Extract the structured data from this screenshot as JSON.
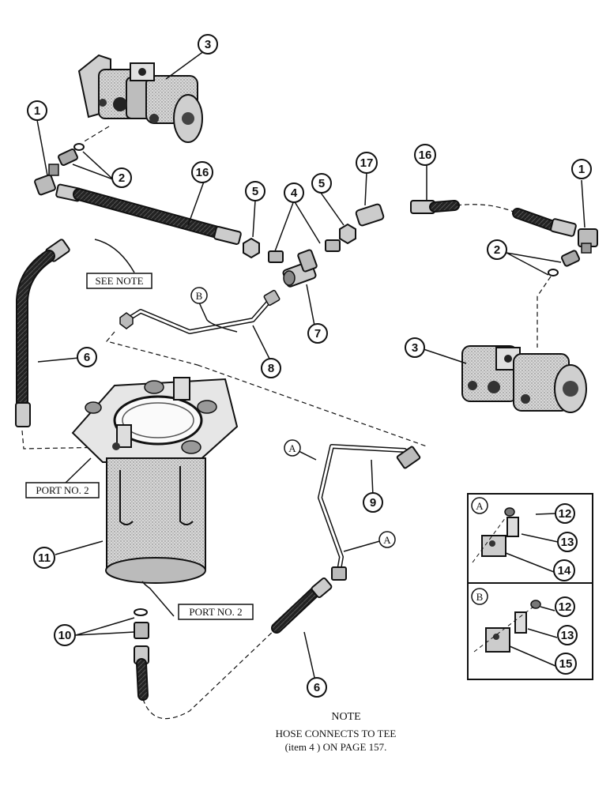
{
  "callouts": {
    "c1a": "1",
    "c1b": "1",
    "c2a": "2",
    "c2b": "2",
    "c3a": "3",
    "c3b": "3",
    "c4": "4",
    "c5a": "5",
    "c5b": "5",
    "c6a": "6",
    "c6b": "6",
    "c7": "7",
    "c8": "8",
    "c9": "9",
    "c10": "10",
    "c11": "11",
    "c12a": "12",
    "c12b": "12",
    "c13a": "13",
    "c13b": "13",
    "c14": "14",
    "c15": "15",
    "c16a": "16",
    "c16b": "16",
    "c17": "17",
    "refA1": "A",
    "refA2": "A",
    "refA3": "A",
    "refB1": "B",
    "refB2": "B"
  },
  "labels": {
    "see_note": "SEE NOTE",
    "port_no2_top": "PORT NO. 2",
    "port_no2_bottom": "PORT NO. 2"
  },
  "note": {
    "title": "NOTE",
    "line1": "HOSE CONNECTS TO TEE",
    "line2": "(item 4 ) ON PAGE 157."
  }
}
